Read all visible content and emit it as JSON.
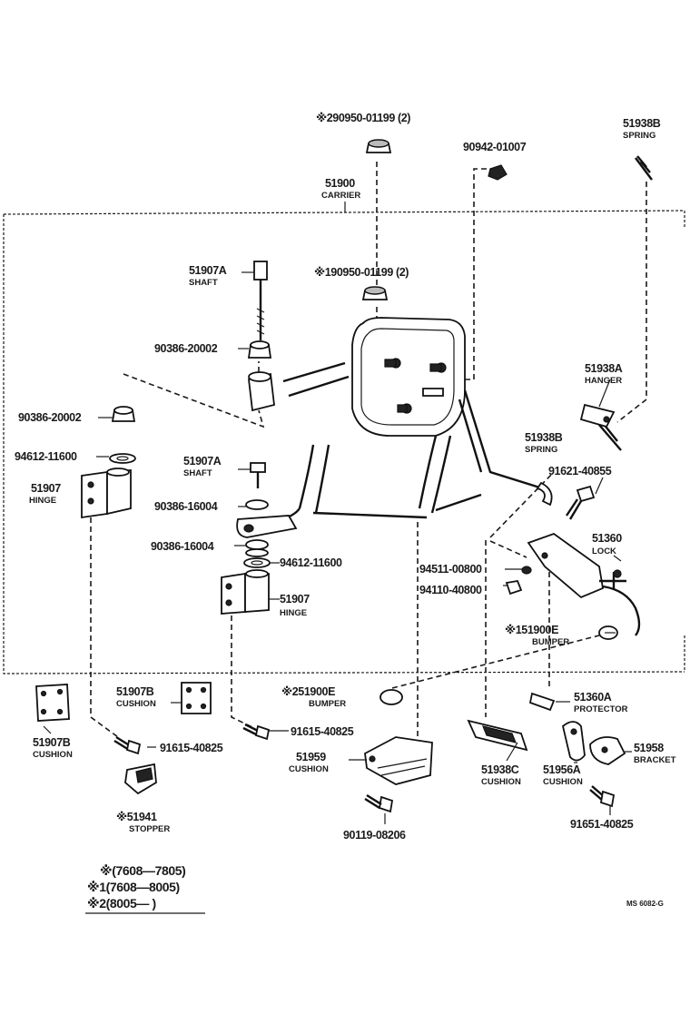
{
  "parts": {
    "p_90950_2": "※290950-01199 (2)",
    "p_90942": "90942-01007",
    "p_51938B_top": "51938B",
    "n_spring_top": "SPRING",
    "p_51900": "51900",
    "n_carrier": "CARRIER",
    "p_51907A_1": "51907A",
    "n_shaft_1": "SHAFT",
    "p_90950_1": "※190950-01199 (2)",
    "p_90386_20002_a": "90386-20002",
    "p_90386_20002_b": "90386-20002",
    "p_94612_a": "94612-11600",
    "p_51907_1": "51907",
    "n_hinge_1": "HINGE",
    "p_51907A_2": "51907A",
    "n_shaft_2": "SHAFT",
    "p_90386_16004_a": "90386-16004",
    "p_90386_16004_b": "90386-16004",
    "p_94612_b": "94612-11600",
    "p_51907_2": "51907",
    "n_hinge_2": "HINGE",
    "p_51938A": "51938A",
    "n_hanger": "HANGER",
    "p_51938B_mid": "51938B",
    "n_spring_mid": "SPRING",
    "p_91621": "91621-40855",
    "p_51360": "51360",
    "n_lock": "LOCK",
    "p_94511": "94511-00800",
    "p_94110": "94110-40800",
    "p_51900E_1": "※151900E",
    "n_bumper_1": "BUMPER",
    "p_51907B_1": "51907B",
    "n_cushion_1": "CUSHION",
    "p_51900E_2": "※251900E",
    "n_bumper_2": "BUMPER",
    "p_51360A": "51360A",
    "n_protector": "PROTECTOR",
    "p_51907B_2": "51907B",
    "n_cushion_2": "CUSHION",
    "p_91615_a": "91615-40825",
    "p_91615_b": "91615-40825",
    "p_51959": "51959",
    "n_cushion_3": "CUSHION",
    "p_51938C": "51938C",
    "n_cushion_4": "CUSHION",
    "p_51956A": "51956A",
    "n_cushion_5": "CUSHION",
    "p_51958": "51958",
    "n_bracket": "BRACKET",
    "p_51941": "※51941",
    "n_stopper": "STOPPER",
    "p_90119": "90119-08206",
    "p_91651": "91651-40825"
  },
  "legend": {
    "line0": "※(7608—7805)",
    "line1": "※1(7608—8005)",
    "line2": "※2(8005—        )"
  },
  "footer": {
    "code": "MS 6082-G"
  }
}
